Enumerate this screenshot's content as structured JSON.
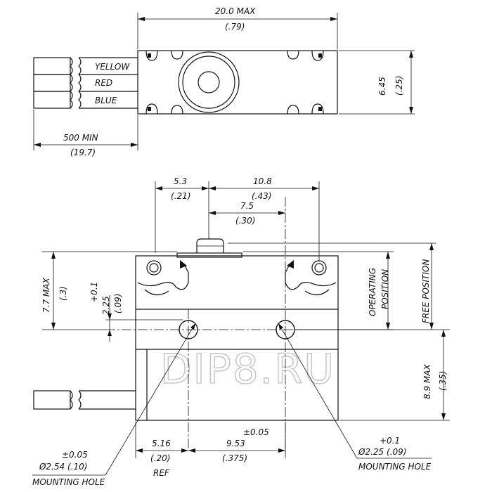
{
  "watermark": "DIP8.RU",
  "top_view": {
    "width_mm": "20.0 MAX",
    "width_in": "(.79)",
    "height_mm": "6.45",
    "height_in": "(.25)",
    "lead_min_mm": "500 MIN",
    "lead_min_in": "(19.7)",
    "wires": [
      "YELLOW",
      "RED",
      "BLUE"
    ]
  },
  "front_view": {
    "dim_5_3_mm": "5.3",
    "dim_5_3_in": "(.21)",
    "dim_10_8_mm": "10.8",
    "dim_10_8_in": "(.43)",
    "dim_7_5_mm": "7.5",
    "dim_7_5_in": "(.30)",
    "dim_7_7_mm": "7.7 MAX",
    "dim_7_7_in": "(.3)",
    "tol_plus": "+0.1",
    "dim_2_25_mm": "2.25",
    "dim_2_25_in": "(.09)",
    "operating_position": [
      "OPERATING",
      "POSITION"
    ],
    "free_position": "FREE POSITION",
    "dim_8_9_mm": "8.9 MAX",
    "dim_8_9_in": "(.35)",
    "dim_5_16_mm": "5.16",
    "dim_5_16_in": "(.20)",
    "dim_5_16_ref": "REF",
    "dim_9_53_tol": "±0.05",
    "dim_9_53_mm": "9.53",
    "dim_9_53_in": "(.375)",
    "left_hole_tol": "±0.05",
    "left_hole_dia": "Ø2.54  (.10)",
    "left_hole_label": "MOUNTING HOLE",
    "right_hole_tol": "+0.1",
    "right_hole_dia": "Ø2.25  (.09)",
    "right_hole_label": "MOUNTING HOLE"
  }
}
